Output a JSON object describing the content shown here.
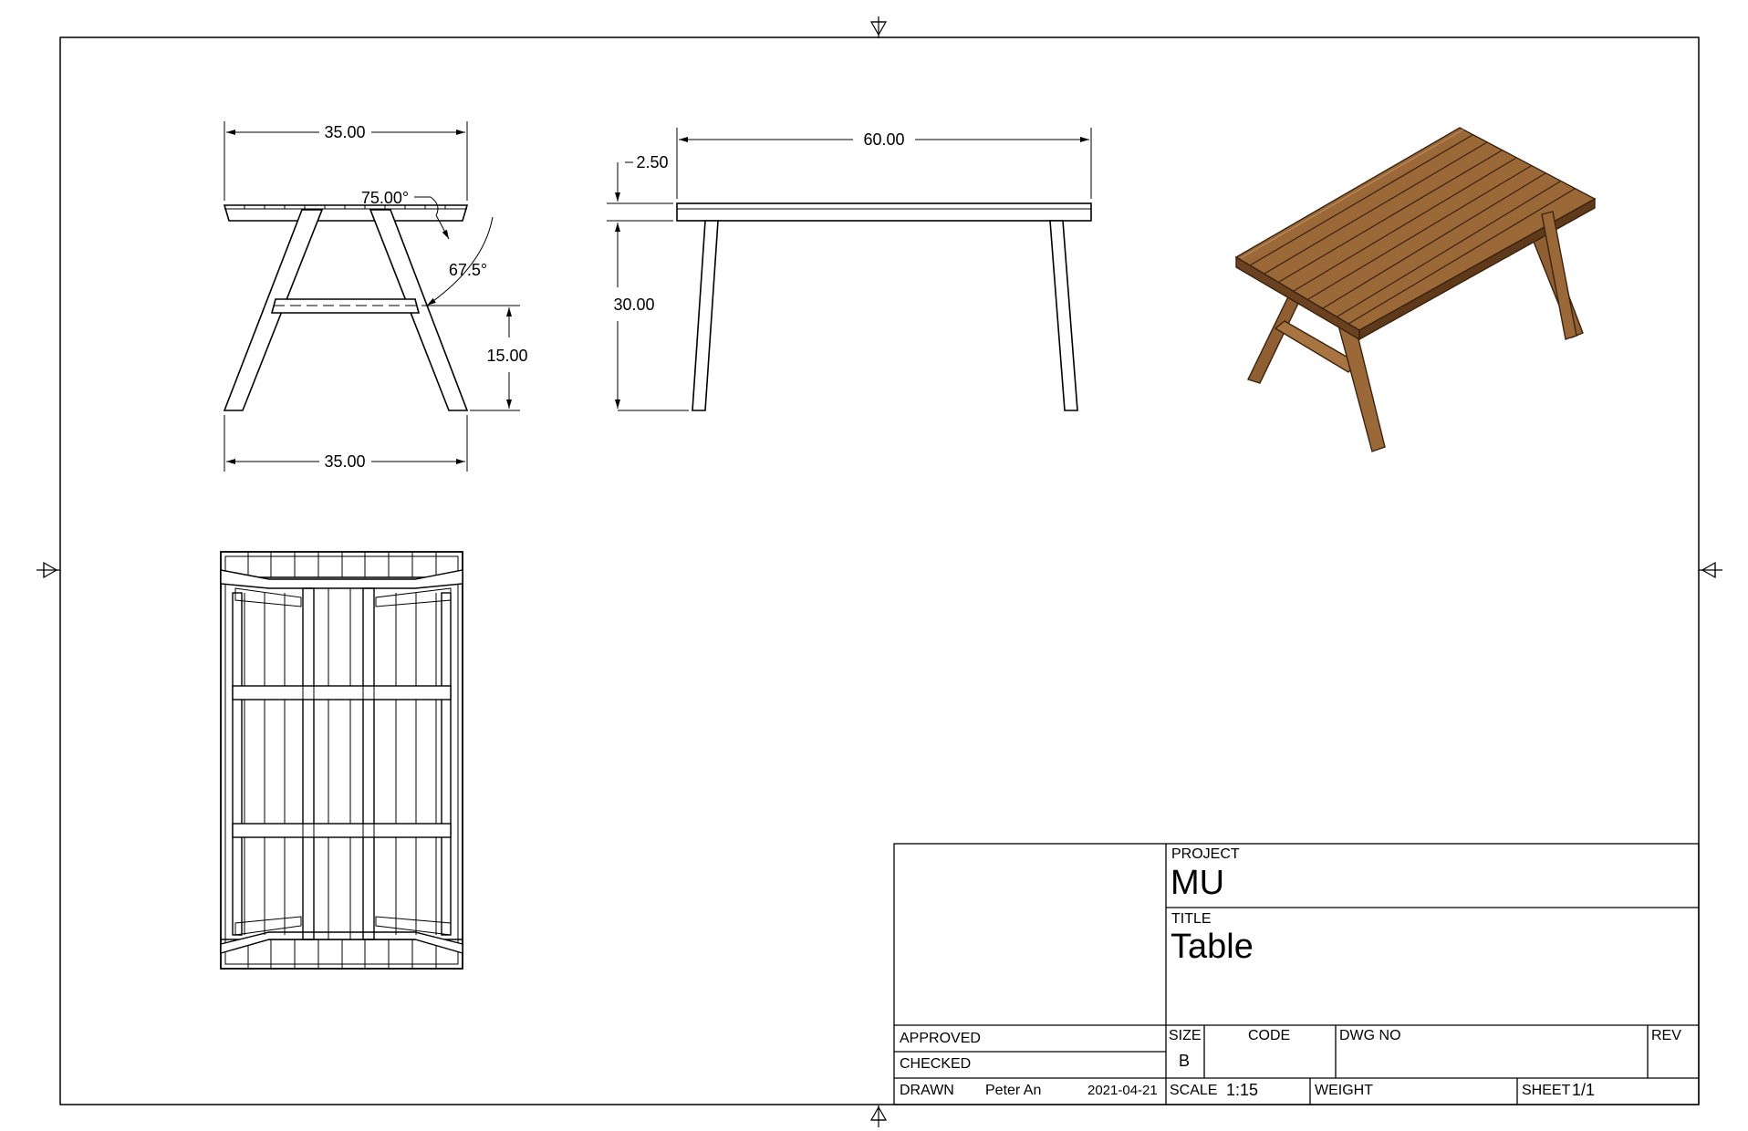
{
  "views": {
    "front": {
      "top_width": "35.00",
      "bottom_width": "35.00",
      "angle_top": "75.00°",
      "angle_leg": "67.5°",
      "stretcher_height": "15.00"
    },
    "side": {
      "top_thickness": "2.50",
      "length": "60.00",
      "height": "30.00"
    }
  },
  "title_block": {
    "project_label": "PROJECT",
    "project": "MU",
    "title_label": "TITLE",
    "title": "Table",
    "approved_label": "APPROVED",
    "checked_label": "CHECKED",
    "drawn_label": "DRAWN",
    "drawn_by": "Peter An",
    "drawn_date": "2021-04-21",
    "size_label": "SIZE",
    "size": "B",
    "code_label": "CODE",
    "dwg_no_label": "DWG NO",
    "rev_label": "REV",
    "scale_label": "SCALE",
    "scale": "1:15",
    "weight_label": "WEIGHT",
    "sheet_label": "SHEET",
    "sheet": "1/1"
  },
  "colors": {
    "wood": "#9b6838",
    "wood_dark": "#5e3a1b",
    "wood_light": "#b98552",
    "line": "#000000"
  }
}
